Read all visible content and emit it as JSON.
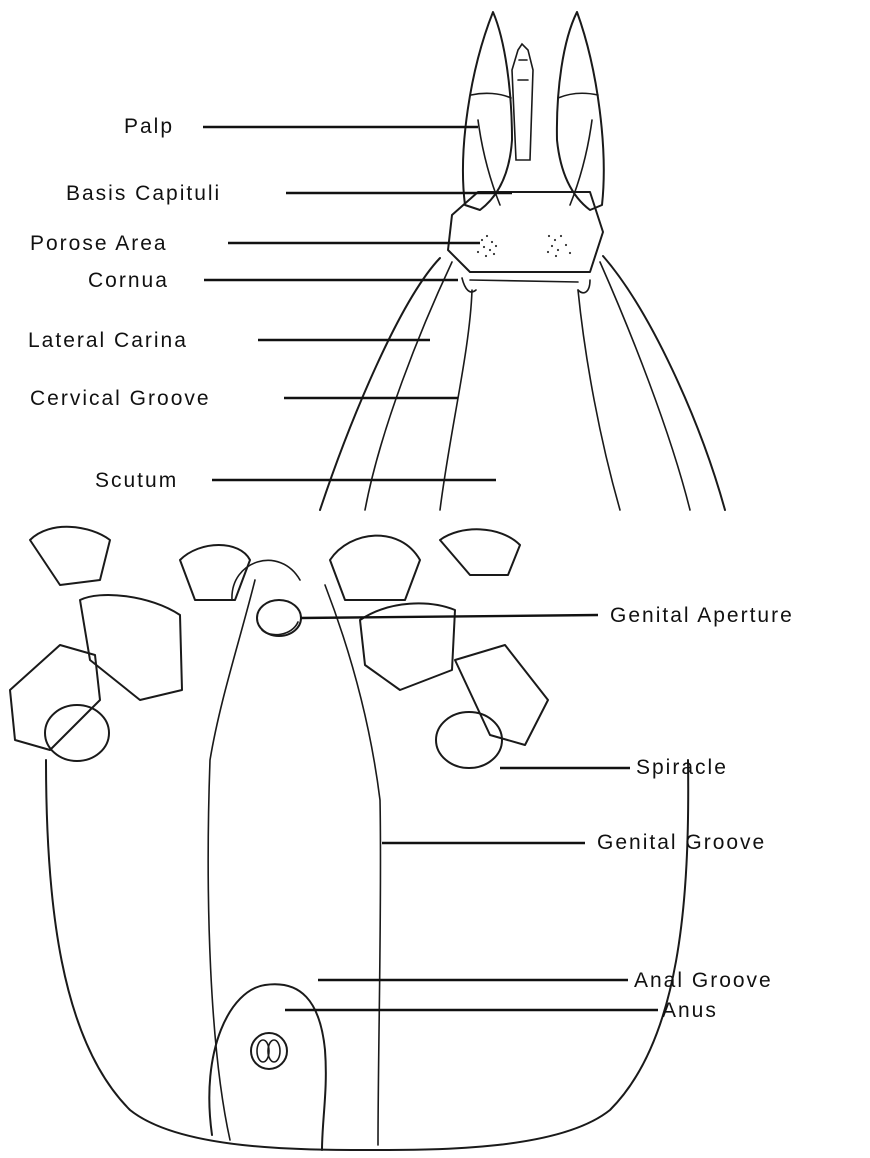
{
  "labels": {
    "palp": "Palp",
    "basis_capituli": "Basis Capituli",
    "porose_area": "Porose Area",
    "cornua": "Cornua",
    "lateral_carina": "Lateral Carina",
    "cervical_groove": "Cervical Groove",
    "scutum": "Scutum",
    "genital_aperture": "Genital Aperture",
    "spiracle": "Spiracle",
    "genital_groove": "Genital Groove",
    "anal_groove": "Anal Groove",
    "anus": "Anus"
  }
}
